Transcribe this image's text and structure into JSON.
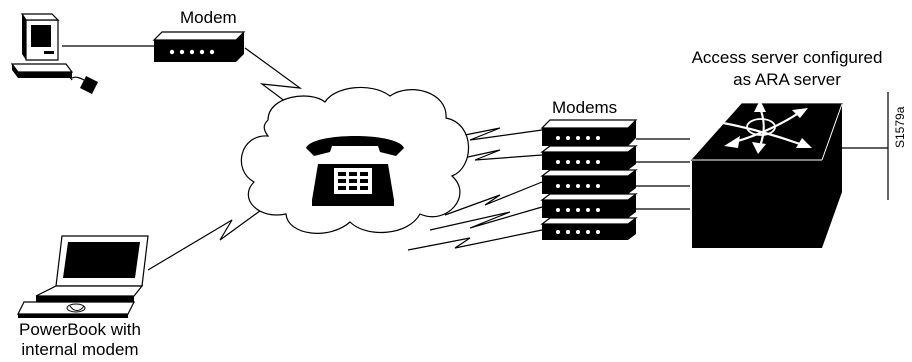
{
  "labels": {
    "modem": "Modem",
    "modems": "Modems",
    "access_server_line1": "Access server configured",
    "access_server_line2": "as ARA server",
    "powerbook_line1": "PowerBook with",
    "powerbook_line2": "internal modem",
    "figure_id": "S1579a"
  },
  "icons": {
    "desktop": "desktop-computer-icon",
    "modem": "modem-icon",
    "cloud": "telephone-network-cloud-icon",
    "telephone": "telephone-icon",
    "modem_stack": "modem-stack-icon",
    "access_server": "access-server-icon",
    "laptop": "powerbook-laptop-icon"
  },
  "colors": {
    "line": "#000000",
    "fill": "#ffffff"
  }
}
